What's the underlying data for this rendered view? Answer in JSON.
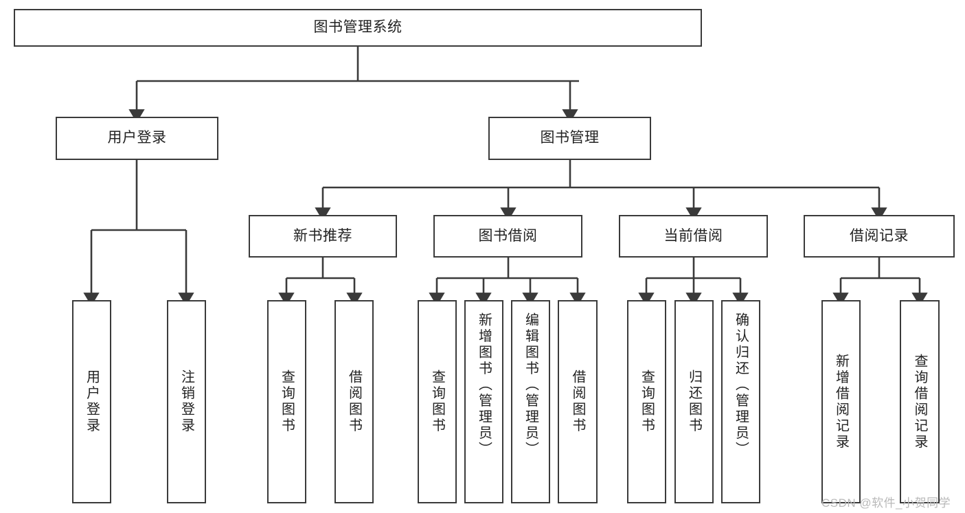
{
  "diagram": {
    "title": "图书管理系统",
    "type": "hierarchy-tree",
    "root": {
      "label": "图书管理系统",
      "children": [
        {
          "label": "用户登录",
          "children": [
            {
              "label": "用户登录"
            },
            {
              "label": "注销登录"
            }
          ]
        },
        {
          "label": "图书管理",
          "children": [
            {
              "label": "新书推荐",
              "children": [
                {
                  "label": "查询图书"
                },
                {
                  "label": "借阅图书"
                }
              ]
            },
            {
              "label": "图书借阅",
              "children": [
                {
                  "label": "查询图书"
                },
                {
                  "label": "新增图书（管理员）"
                },
                {
                  "label": "编辑图书（管理员）"
                },
                {
                  "label": "借阅图书"
                }
              ]
            },
            {
              "label": "当前借阅",
              "children": [
                {
                  "label": "查询图书"
                },
                {
                  "label": "归还图书"
                },
                {
                  "label": "确认归还（管理员）"
                }
              ]
            },
            {
              "label": "借阅记录",
              "children": [
                {
                  "label": "新增借阅记录"
                },
                {
                  "label": "查询借阅记录"
                }
              ]
            }
          ]
        }
      ]
    },
    "nodes": {
      "root_title": "图书管理系统",
      "lvl1_user_login": "用户登录",
      "lvl1_book_mgmt": "图书管理",
      "lvl2_new_book_rec": "新书推荐",
      "lvl2_book_borrow": "图书借阅",
      "lvl2_current_borrow": "当前借阅",
      "lvl2_borrow_record": "借阅记录",
      "leaf_user_login": "用户登录",
      "leaf_logout": "注销登录",
      "leaf_rec_query": "查询图书",
      "leaf_rec_borrow": "借阅图书",
      "leaf_borrow_query": "查询图书",
      "leaf_borrow_add": "新增图书（管理员）",
      "leaf_borrow_edit": "编辑图书（管理员）",
      "leaf_borrow_lend": "借阅图书",
      "leaf_cur_query": "查询图书",
      "leaf_cur_return": "归还图书",
      "leaf_cur_confirm": "确认归还（管理员）",
      "leaf_rec_add": "新增借阅记录",
      "leaf_rec_search": "查询借阅记录"
    },
    "colors": {
      "stroke": "#3a3a3a",
      "text": "#222222",
      "background": "#ffffff",
      "watermark": "#b9b9b9"
    }
  },
  "watermark": {
    "text": "CSDN @软件_小贺同学"
  }
}
